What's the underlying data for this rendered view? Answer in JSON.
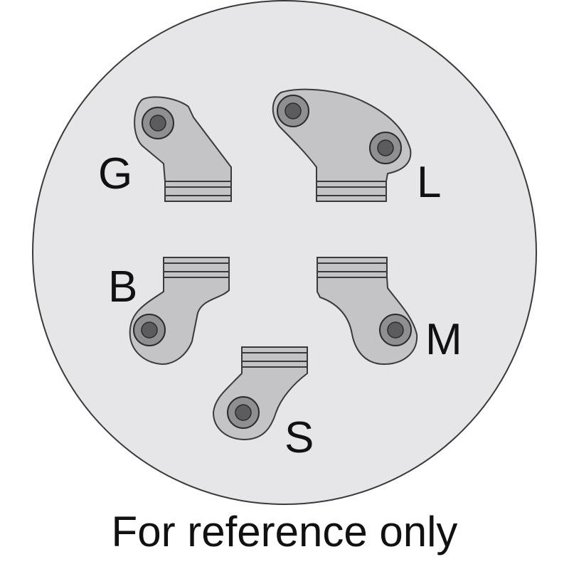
{
  "terminals": {
    "g": "G",
    "l": "L",
    "b": "B",
    "m": "M",
    "s": "S"
  },
  "caption": "For reference only",
  "colors": {
    "face": "#e6e6e8",
    "plate": "#c4c4c6",
    "screw": "#8f8f91",
    "outline": "#3a3a3a",
    "text": "#111111"
  }
}
